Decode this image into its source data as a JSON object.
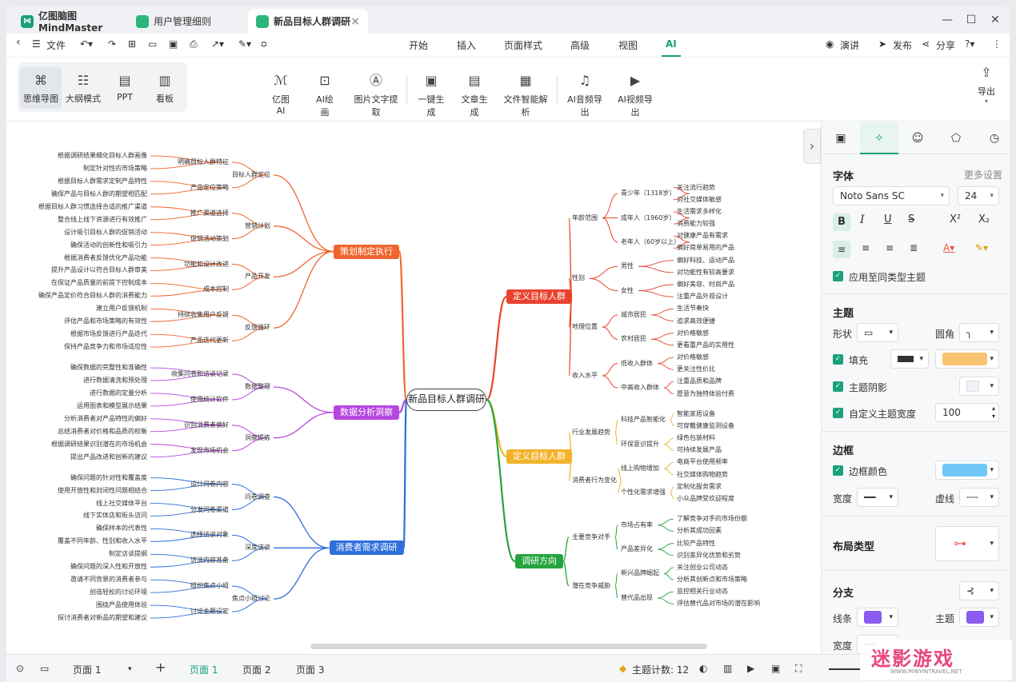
{
  "app": {
    "name": "亿图脑图MindMaster"
  },
  "tabs": [
    {
      "label": "用户管理细则"
    },
    {
      "label": "新品目标人群调研"
    }
  ],
  "menubar": {
    "file": "文件",
    "tabs": [
      "开始",
      "插入",
      "页面样式",
      "高级",
      "视图",
      "AI"
    ],
    "active": "AI",
    "present": "演讲",
    "publish": "发布",
    "share": "分享"
  },
  "ribbon": {
    "views": [
      "思维导图",
      "大纲模式",
      "PPT",
      "看板"
    ],
    "ai_tools": [
      "亿图AI",
      "AI绘画",
      "图片文字提取",
      "一键生成",
      "文章生成",
      "文件智能解析",
      "AI音频导出",
      "AI视频导出"
    ],
    "export": "导出"
  },
  "panel": {
    "font_title": "字体",
    "more_settings": "更多设置",
    "font_name": "Noto Sans SC",
    "font_size": "24",
    "apply_same": "应用至同类型主题",
    "topic_title": "主题",
    "shape": "形状",
    "corner": "圆角",
    "fill": "填充",
    "shadow": "主题阴影",
    "custom_width": "自定义主题宽度",
    "width_value": "100",
    "border_title": "边框",
    "border_color": "边框颜色",
    "width": "宽度",
    "dash": "虚线",
    "layout_title": "布局类型",
    "branch_title": "分支",
    "line": "线条",
    "topic": "主题",
    "width2": "宽度",
    "fill_color": "#f8c471",
    "border_color_value": "#6fc8f5",
    "line_color": "#8a5cf0",
    "accent": "#1aa179"
  },
  "status": {
    "page_selector": "页面 1",
    "pages": [
      "页面 1",
      "页面 2",
      "页面 3"
    ],
    "topic_count": "主题计数: 12"
  },
  "watermark": {
    "text": "迷影游戏",
    "url": "WWW.MINYINTRAVEL.NET"
  },
  "mindmap": {
    "root": "新品目标人群调研",
    "left": [
      {
        "label": "策划制定执行",
        "color": "#f0652d",
        "children": [
          {
            "label": "目标人群定位",
            "children": [
              {
                "label": "明确目标人群特征",
                "leaves": [
                  "根据调研结果细化目标人群画像",
                  "制定针对性的市场策略"
                ]
              },
              {
                "label": "产品定位策略",
                "leaves": [
                  "根据目标人群需求定制产品特性",
                  "确保产品与目标人群的期望相匹配"
                ]
              }
            ]
          },
          {
            "label": "营销计划",
            "children": [
              {
                "label": "推广渠道选择",
                "leaves": [
                  "根据目标人群习惯选择合适的推广渠道",
                  "整合线上线下资源进行有效推广"
                ]
              },
              {
                "label": "促销活动策划",
                "leaves": [
                  "设计吸引目标人群的促销活动",
                  "确保活动的创新性和吸引力"
                ]
              }
            ]
          },
          {
            "label": "产品开发",
            "children": [
              {
                "label": "功能和设计改进",
                "leaves": [
                  "根据消费者反馈优化产品功能",
                  "提升产品设计以符合目标人群审美"
                ]
              },
              {
                "label": "成本控制",
                "leaves": [
                  "在保证产品质量的前提下控制成本",
                  "确保产品定价符合目标人群的消费能力"
                ]
              }
            ]
          },
          {
            "label": "反馈循环",
            "children": [
              {
                "label": "持续收集用户反馈",
                "leaves": [
                  "建立用户反馈机制",
                  "评估产品和市场策略的有效性"
                ]
              },
              {
                "label": "产品迭代更新",
                "leaves": [
                  "根据市场反馈进行产品迭代",
                  "保持产品竞争力和市场适应性"
                ]
              }
            ]
          }
        ]
      },
      {
        "label": "数据分析洞察",
        "color": "#b547e0",
        "children": [
          {
            "label": "数据整理",
            "children": [
              {
                "label": "收集问卷和访谈记录",
                "leaves": [
                  "确保数据的完整性和准确性",
                  "进行数据清洗和预处理"
                ]
              },
              {
                "label": "使用统计软件",
                "leaves": [
                  "进行数据的定量分析",
                  "运用图表和模型展示结果"
                ]
              }
            ]
          },
          {
            "label": "洞察提炼",
            "children": [
              {
                "label": "识别消费者偏好",
                "leaves": [
                  "分析消费者对产品特性的偏好",
                  "总结消费者对价格和品质的权衡"
                ]
              },
              {
                "label": "发现市场机会",
                "leaves": [
                  "根据调研结果识别潜在的市场机会",
                  "提出产品改进和创新的建议"
                ]
              }
            ]
          }
        ]
      },
      {
        "label": "消费者需求调研",
        "color": "#2e6fdc",
        "children": [
          {
            "label": "问卷调查",
            "children": [
              {
                "label": "设计问卷内容",
                "leaves": [
                  "确保问题的针对性和覆盖度",
                  "使用开放性和封闭性问题相结合"
                ]
              },
              {
                "label": "分发问卷渠道",
                "leaves": [
                  "线上社交媒体平台",
                  "线下实体店和街头访问"
                ]
              }
            ]
          },
          {
            "label": "深度访谈",
            "children": [
              {
                "label": "选择访谈对象",
                "leaves": [
                  "确保样本的代表性",
                  "覆盖不同年龄、性别和收入水平"
                ]
              },
              {
                "label": "访谈内容准备",
                "leaves": [
                  "制定访谈提纲",
                  "确保问题的深入性和开放性"
                ]
              }
            ]
          },
          {
            "label": "焦点小组讨论",
            "children": [
              {
                "label": "组织焦点小组",
                "leaves": [
                  "邀请不同背景的消费者参与",
                  "创造轻松的讨论环境"
                ]
              },
              {
                "label": "讨论主题设定",
                "leaves": [
                  "围绕产品使用体验",
                  "探讨消费者对新品的期望和建议"
                ]
              }
            ]
          }
        ]
      }
    ],
    "right": [
      {
        "label": "定义目标人群",
        "color": "#e8432e",
        "children": [
          {
            "label": "年龄范围",
            "children": [
              {
                "label": "青少年（1318岁）",
                "leaves": [
                  "关注流行趋势",
                  "对社交媒体敏感"
                ]
              },
              {
                "label": "成年人（1960岁）",
                "leaves": [
                  "生活需求多样化",
                  "消费能力较强"
                ]
              },
              {
                "label": "老年人（60岁以上）",
                "leaves": [
                  "对健康产品有需求",
                  "偏好简单易用的产品"
                ]
              }
            ]
          },
          {
            "label": "性别",
            "children": [
              {
                "label": "男性",
                "leaves": [
                  "偏好科技、运动产品",
                  "对功能性有较高要求"
                ]
              },
              {
                "label": "女性",
                "leaves": [
                  "偏好美容、时尚产品",
                  "注重产品外观设计"
                ]
              }
            ]
          },
          {
            "label": "地理位置",
            "children": [
              {
                "label": "城市居民",
                "leaves": [
                  "生活节奏快",
                  "追求高效便捷"
                ]
              },
              {
                "label": "农村居民",
                "leaves": [
                  "对价格敏感",
                  "更看重产品的实用性"
                ]
              }
            ]
          },
          {
            "label": "收入水平",
            "children": [
              {
                "label": "低收入群体",
                "leaves": [
                  "对价格敏感",
                  "更关注性价比"
                ]
              },
              {
                "label": "中高收入群体",
                "leaves": [
                  "注重品质和品牌",
                  "愿意为独特体验付费"
                ]
              }
            ]
          }
        ]
      },
      {
        "label": "定义目标人群",
        "color": "#f2b32b",
        "children": [
          {
            "label": "行业发展趋势",
            "children": [
              {
                "label": "科技产品智能化",
                "leaves": [
                  "智能家居设备",
                  "可穿戴健康监测设备"
                ]
              },
              {
                "label": "环保意识提升",
                "leaves": [
                  "绿色包装材料",
                  "可持续发展产品"
                ]
              }
            ]
          },
          {
            "label": "消费者行为变化",
            "children": [
              {
                "label": "线上购物增加",
                "leaves": [
                  "电商平台使用频率",
                  "社交媒体购物趋势"
                ]
              },
              {
                "label": "个性化需求增强",
                "leaves": [
                  "定制化服务需求",
                  "小众品牌受欢迎程度"
                ]
              }
            ]
          }
        ]
      },
      {
        "label": "调研方向",
        "color": "#25a43e",
        "children": [
          {
            "label": "主要竞争对手",
            "children": [
              {
                "label": "市场占有率",
                "leaves": [
                  "了解竞争对手的市场份额",
                  "分析其成功因素"
                ]
              },
              {
                "label": "产品差异化",
                "leaves": [
                  "比较产品特性",
                  "识别差异化优势和劣势"
                ]
              }
            ]
          },
          {
            "label": "潜在竞争威胁",
            "children": [
              {
                "label": "新兴品牌崛起",
                "leaves": [
                  "关注创业公司动态",
                  "分析其创新点和市场策略"
                ]
              },
              {
                "label": "替代品出现",
                "leaves": [
                  "监控相关行业动态",
                  "评估替代品对市场的潜在影响"
                ]
              }
            ]
          }
        ]
      }
    ]
  }
}
